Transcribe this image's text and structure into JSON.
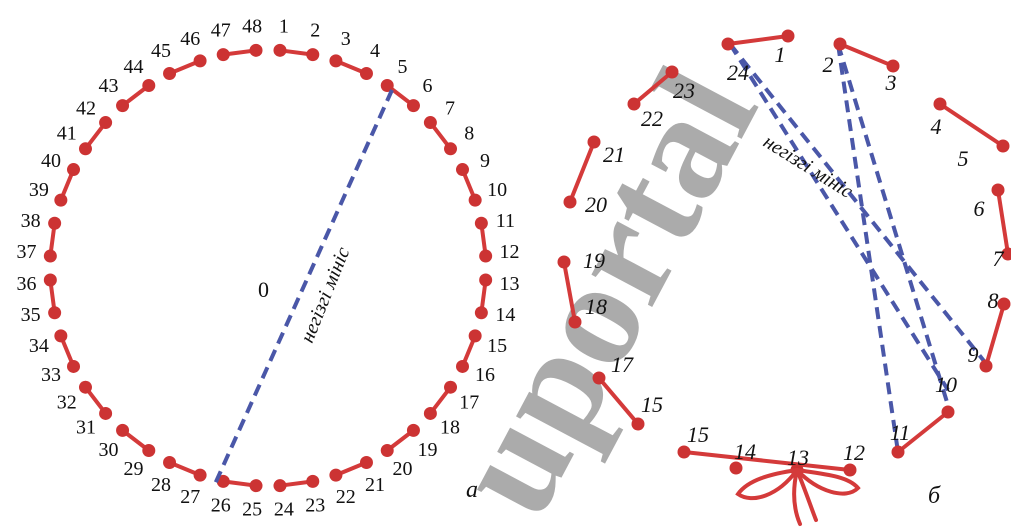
{
  "watermark": "uportal",
  "colors": {
    "thread": "#d43a3a",
    "knot": "#cc3333",
    "diameter": "#4a57a8",
    "text": "#111111"
  },
  "figure_a": {
    "pin_labels": [
      "1",
      "2",
      "3",
      "4",
      "5",
      "6",
      "7",
      "8",
      "9",
      "10",
      "11",
      "12",
      "13",
      "14",
      "15",
      "16",
      "17",
      "18",
      "19",
      "20",
      "21",
      "22",
      "23",
      "24",
      "25",
      "26",
      "27",
      "28",
      "29",
      "30",
      "31",
      "32",
      "33",
      "34",
      "35",
      "36",
      "37",
      "38",
      "39",
      "40",
      "41",
      "42",
      "43",
      "44",
      "45",
      "46",
      "47",
      "48"
    ],
    "center_label": "0",
    "diameter_label": "негізгі мініс",
    "figure_label": "а"
  },
  "figure_b": {
    "pin_labels": [
      "1",
      "2",
      "3",
      "4",
      "5",
      "6",
      "7",
      "8",
      "9",
      "10",
      "11",
      "12",
      "13",
      "14",
      "15",
      "15",
      "17",
      "18",
      "19",
      "20",
      "21",
      "22",
      "23",
      "24"
    ],
    "diameter_label": "негізгі мініс",
    "figure_label": "б"
  }
}
